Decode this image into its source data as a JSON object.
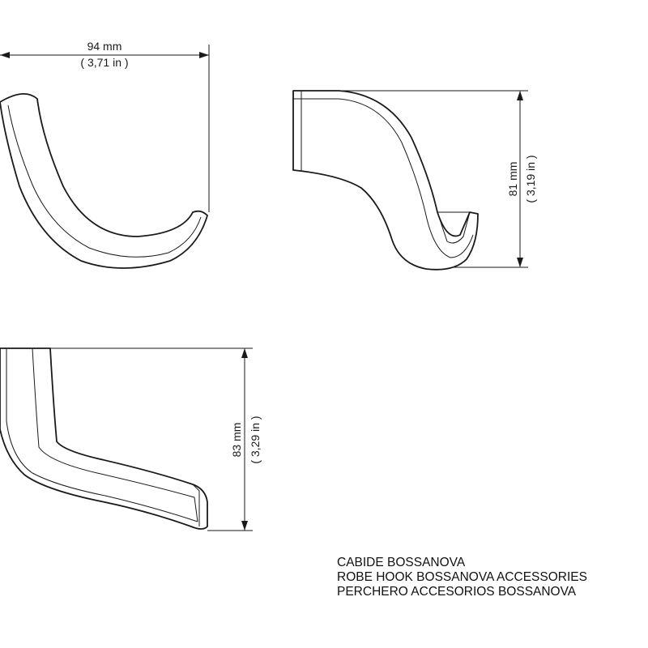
{
  "dimensions": {
    "width_mm": "94 mm",
    "width_in": "( 3,71 in )",
    "height_side_mm": "81 mm",
    "height_side_in": "( 3,19 in )",
    "height_front_mm": "83 mm",
    "height_front_in": "( 3,29 in )"
  },
  "caption": {
    "line1": "CABIDE BOSSANOVA",
    "line2": "ROBE HOOK BOSSANOVA ACCESSORIES",
    "line3": "PERCHERO ACCESORIOS BOSSANOVA"
  }
}
